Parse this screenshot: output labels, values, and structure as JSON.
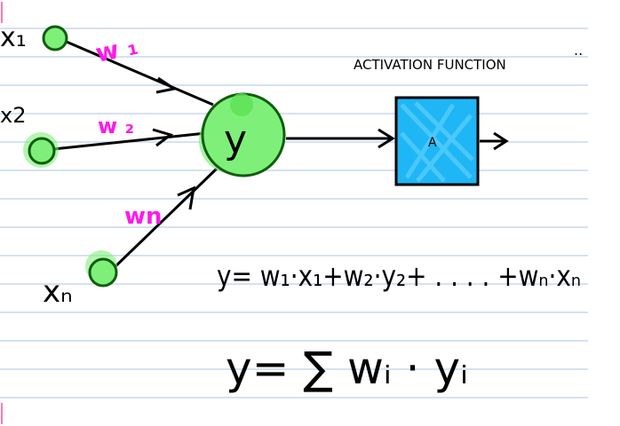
{
  "inputs": {
    "x1": {
      "label": "x₁"
    },
    "x2": {
      "label": "x2"
    },
    "xn": {
      "label": "xₙ"
    }
  },
  "weights": {
    "w1": "w ₁",
    "w2": "w ₂",
    "wn": "wn"
  },
  "neuron": {
    "label": "y"
  },
  "activation": {
    "title": "ACTIVATION FUNCTION",
    "box_label": "A"
  },
  "equations": {
    "linear": "y= w₁·x₁+w₂·y₂+ . . . . +wₙ·xₙ",
    "sum": "y= ∑ wᵢ · yᵢ"
  },
  "corner_mark": "..",
  "colors": {
    "node_fill": "#7ef07a",
    "node_stroke": "#0f5e0c",
    "weight_ink": "#ff19e8",
    "activation_fill": "#1fb6f5",
    "ruled_line": "#a8c4e6",
    "margin_mark": "#ff7aa8",
    "ink": "#000000"
  }
}
